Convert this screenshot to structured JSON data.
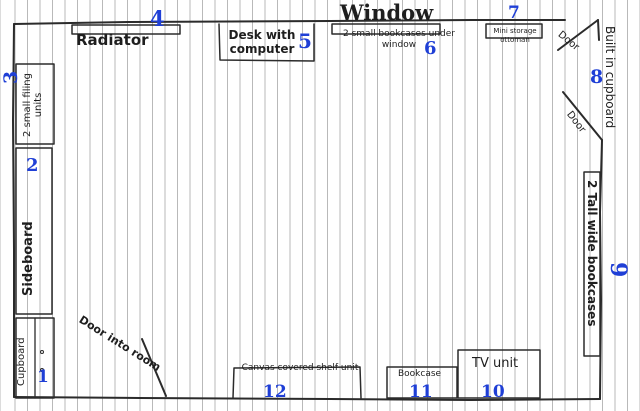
{
  "title": "Window",
  "items": [
    {
      "id": "radiator",
      "number": "4",
      "label": "Radiator"
    },
    {
      "id": "desk",
      "number": "5",
      "label": "Desk with computer"
    },
    {
      "id": "small-bookcases",
      "number": "6",
      "label": "2 small bookcases under window"
    },
    {
      "id": "ottoman",
      "number": "7",
      "label": "Mini storage ottoman"
    },
    {
      "id": "door-top",
      "label": "Door"
    },
    {
      "id": "door-right",
      "label": "Door"
    },
    {
      "id": "built-in-cupboard",
      "number": "8",
      "label": "Built in cupboard"
    },
    {
      "id": "tall-bookcases",
      "number": "9",
      "label": "2 Tall wide bookcases"
    },
    {
      "id": "tv-unit",
      "number": "10",
      "label": "TV unit"
    },
    {
      "id": "bookcase",
      "number": "11",
      "label": "Bookcase"
    },
    {
      "id": "shelf-unit",
      "number": "12",
      "label": "Canvas covered shelf unit"
    },
    {
      "id": "door-room",
      "label": "Door into room"
    },
    {
      "id": "cupboard",
      "number": "1",
      "label": "Cupboard"
    },
    {
      "id": "sideboard",
      "number": "2",
      "label": "Sideboard"
    },
    {
      "id": "filing",
      "number": "3",
      "label": "2 small filing units"
    }
  ]
}
